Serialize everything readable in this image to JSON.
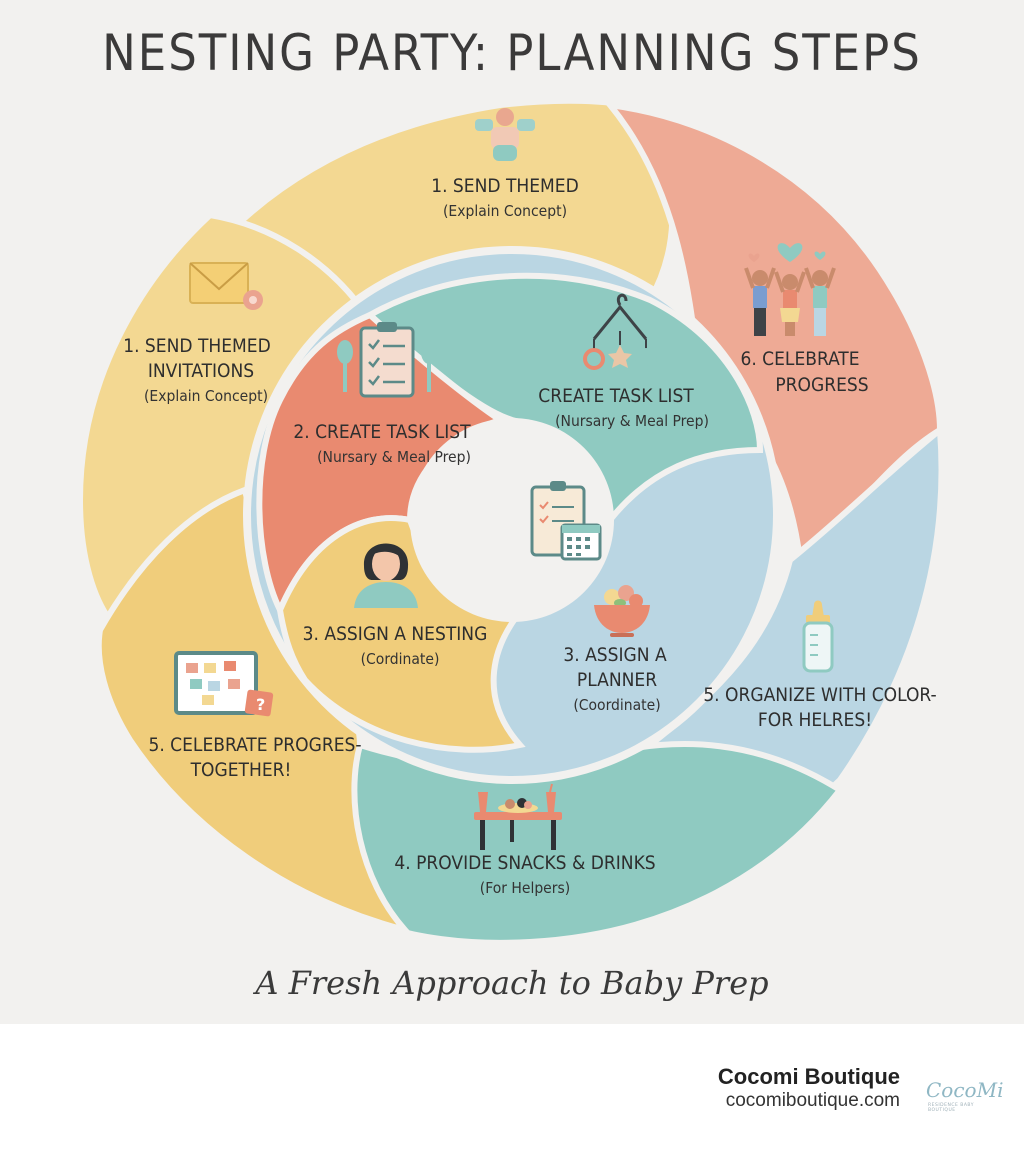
{
  "title": "NESTING PARTY: PLANNING STEPS",
  "tagline": "A Fresh Approach to Baby Prep",
  "colors": {
    "yellow": "#f3d892",
    "yellow_deep": "#f0cd7b",
    "salmon": "#eeaa95",
    "coral": "#e98a70",
    "teal": "#8fcac1",
    "blue": "#bad6e3",
    "background": "#f2f1ef"
  },
  "segments": {
    "outer_top": {
      "label": "1. SEND THEMED",
      "sub": "(Explain Concept)",
      "icon": "baby-toy-icon"
    },
    "outer_left": {
      "label1": "1. SEND THEMED",
      "label2": "INVITATIONS",
      "sub": "(Explain Concept)",
      "icon": "envelope-icon"
    },
    "outer_right_top": {
      "label1": "6. CELEBRATE",
      "label2": "PROGRESS",
      "icon": "celebrating-people-icon"
    },
    "outer_right_bottom": {
      "label1": "5. ORGANIZE WITH COLOR-",
      "label2": "FOR HELRES!",
      "icon": "baby-bottle-icon"
    },
    "outer_bottom": {
      "label": "4. PROVIDE SNACKS & DRINKS",
      "sub": "(For Helpers)",
      "icon": "snack-table-icon"
    },
    "outer_bottom_left": {
      "label1": "5. CELEBRATE PROGRES-",
      "label2": "TOGETHER!",
      "icon": "sticky-board-icon"
    },
    "inner_left": {
      "label": "2. CREATE TASK LIST",
      "sub": "(Nursary & Meal Prep)",
      "icon": "clipboard-icon"
    },
    "inner_top_right": {
      "label": "CREATE TASK LIST",
      "sub": "(Nursary & Meal Prep)",
      "icon": "baby-mobile-icon"
    },
    "inner_bottom_left": {
      "label": "3. ASSIGN A NESTING",
      "sub": "(Cordinate)",
      "icon": "person-avatar-icon"
    },
    "inner_bottom_right": {
      "label1": "3. ASSIGN A",
      "label2": "PLANNER",
      "sub": "(Coordinate)",
      "icon": "food-bowl-icon"
    },
    "center": {
      "icon": "clipboard-calendar-icon"
    }
  },
  "footer": {
    "brand": "Cocomi Boutique",
    "url": "cocomiboutique.com",
    "logo_text": "CocoMi",
    "logo_sub": "RESIDENCE BABY BOUTIQUE"
  }
}
